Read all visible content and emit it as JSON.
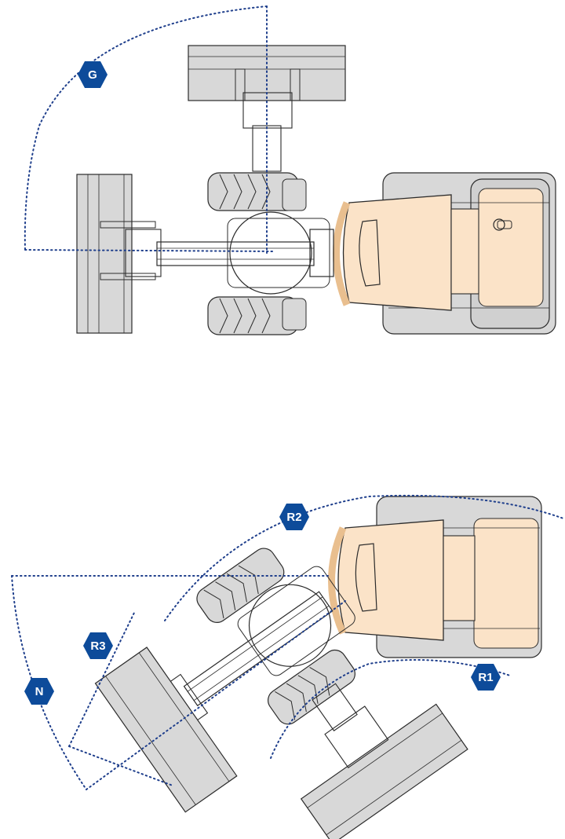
{
  "colors": {
    "line": "#2b2b2b",
    "metal": "#d8d8d8",
    "metal_dark": "#bdbdbd",
    "cab": "#fbe3c8",
    "cab_edge": "#e9bf8f",
    "arc": "#1f3f8c",
    "badge": "#0d4b9a",
    "badge_text": "#ffffff"
  },
  "badges": {
    "g": "G",
    "r2": "R2",
    "r3": "R3",
    "n": "N",
    "r1": "R1"
  }
}
